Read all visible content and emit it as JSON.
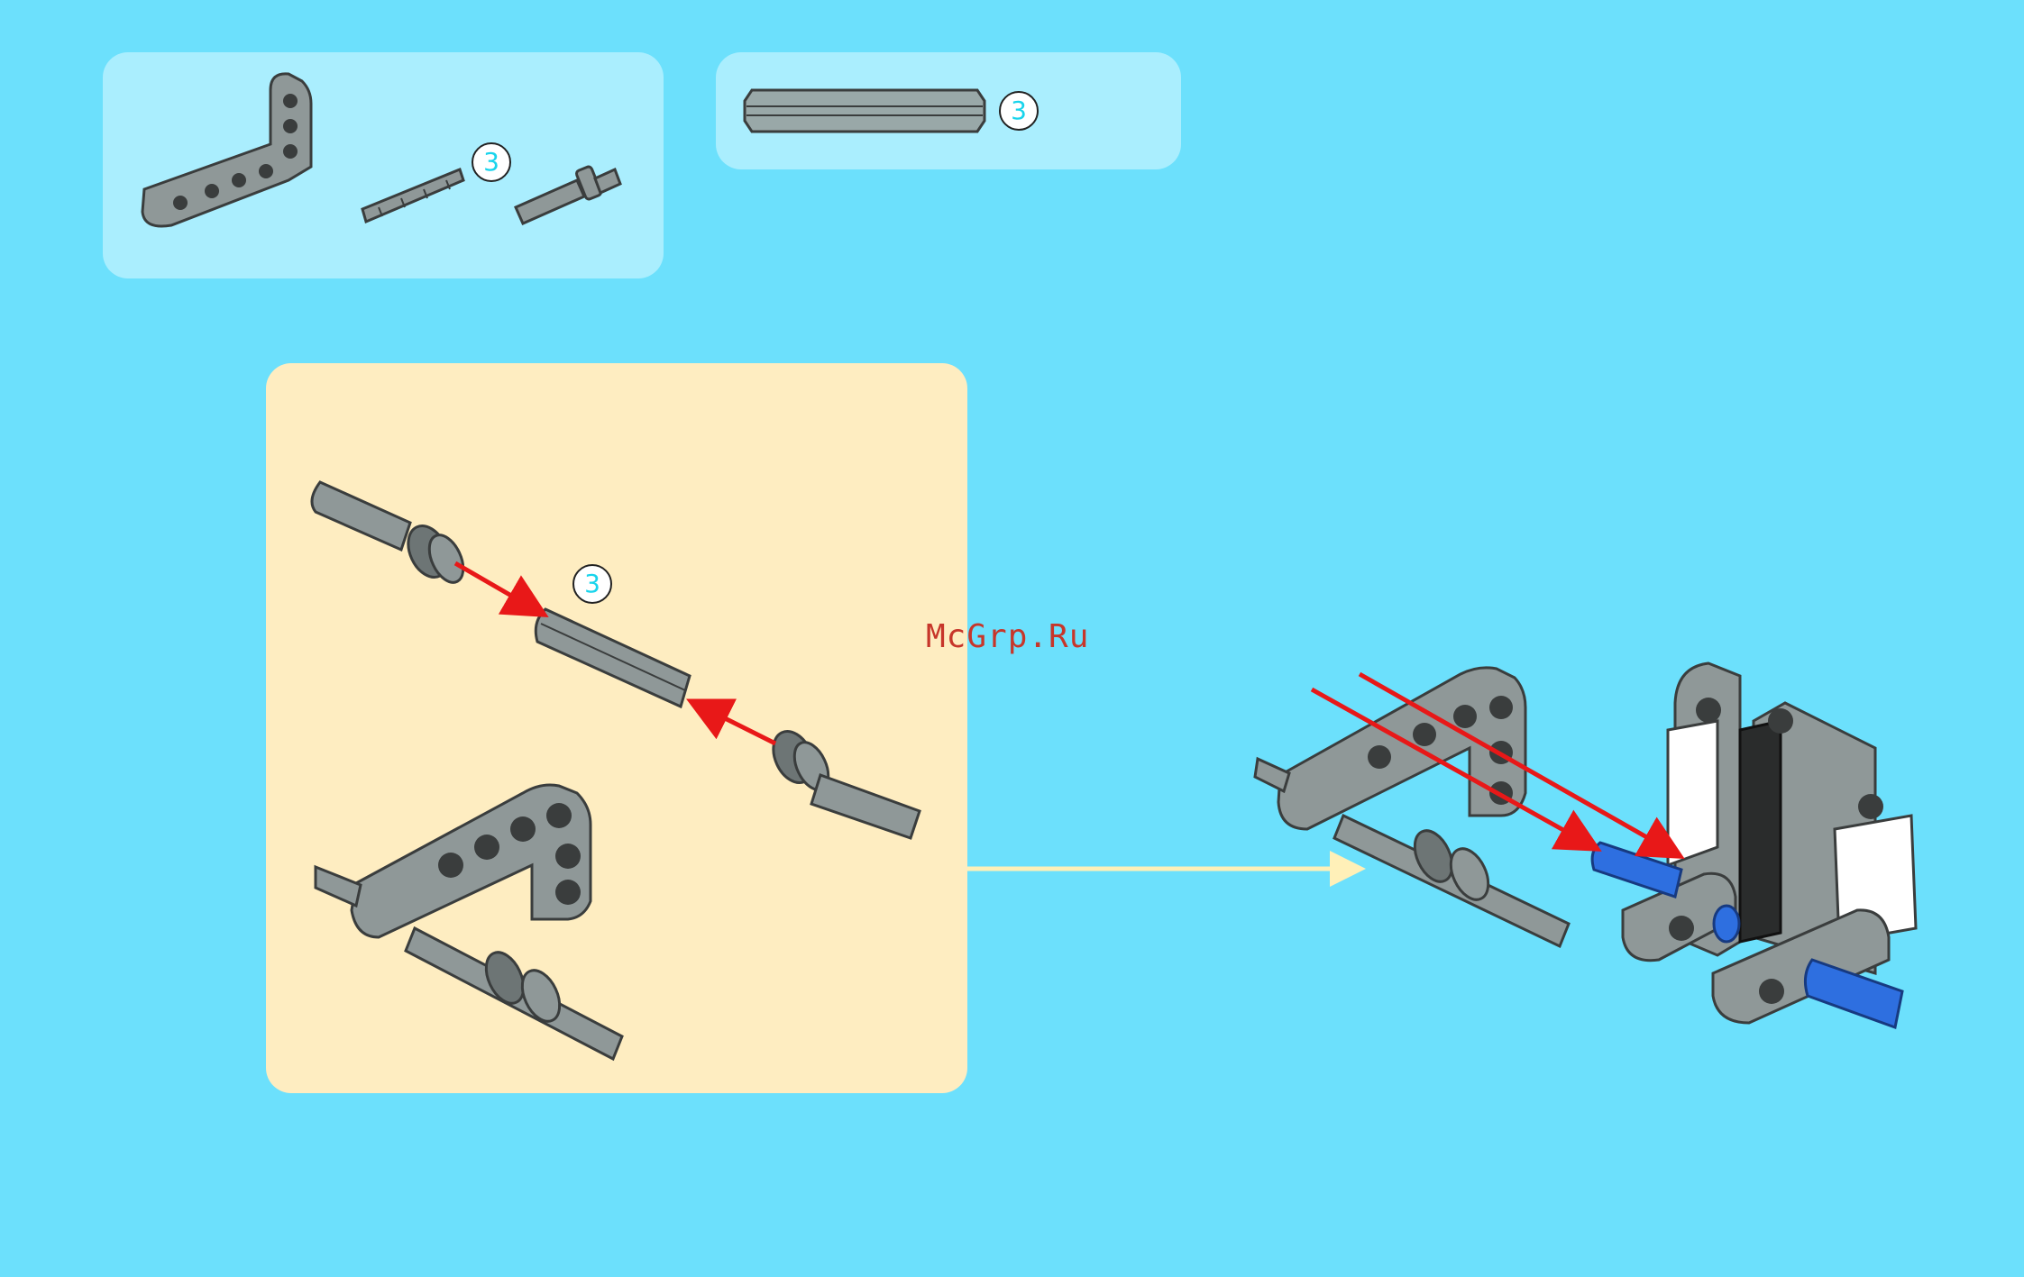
{
  "parts_list_1": {
    "items": [
      {
        "name": "l-beam-3x5",
        "count": ""
      },
      {
        "name": "axle-3",
        "count": "3"
      },
      {
        "name": "axle-pin",
        "count": ""
      }
    ]
  },
  "parts_list_2": {
    "items": [
      {
        "name": "axle-connector-long",
        "count": "3"
      }
    ]
  },
  "sub_assembly": {
    "connector_count": "3"
  },
  "watermark": "McGrp.Ru",
  "colors": {
    "background": "#6ce0fc",
    "parts_panel": "#aaeefe",
    "sub_assembly_panel": "#feedc1",
    "part_gray": "#8f9898",
    "part_dark": "#3a3d3d",
    "arrow_red": "#e81818",
    "pin_blue": "#2e6fe0",
    "flow_arrow": "#fff0b8",
    "count_text": "#19d4ec"
  }
}
